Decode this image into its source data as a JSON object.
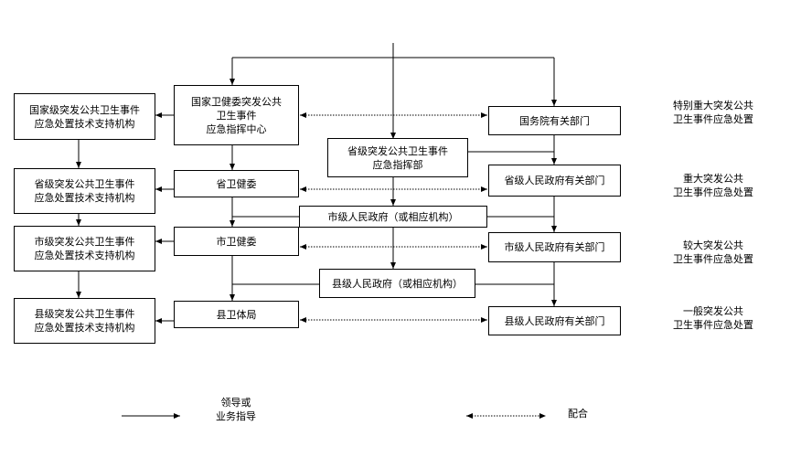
{
  "boxes": {
    "nhc_command_center": [
      "国家卫健委突发公共",
      "卫生事件",
      "应急指挥中心"
    ],
    "state_council_depts": [
      "国务院有关部门"
    ],
    "national_tech_support": [
      "国家级突发公共卫生事件",
      "应急处置技术支持机构"
    ],
    "provincial_command": [
      "省级突发公共卫生事件",
      "应急指挥部"
    ],
    "provincial_health_commission": [
      "省卫健委"
    ],
    "provincial_gov_depts": [
      "省级人民政府有关部门"
    ],
    "provincial_tech_support": [
      "省级突发公共卫生事件",
      "应急处置技术支持机构"
    ],
    "city_government": [
      "市级人民政府（或相应机构）"
    ],
    "city_health_commission": [
      "市卫健委"
    ],
    "city_gov_depts": [
      "市级人民政府有关部门"
    ],
    "city_tech_support": [
      "市级突发公共卫生事件",
      "应急处置技术支持机构"
    ],
    "county_government": [
      "县级人民政府（或相应机构）"
    ],
    "county_health_bureau": [
      "县卫体局"
    ],
    "county_gov_depts": [
      "县级人民政府有关部门"
    ],
    "county_tech_support": [
      "县级突发公共卫生事件",
      "应急处置技术支持机构"
    ]
  },
  "levels": {
    "level_1": [
      "特别重大突发公共",
      "卫生事件应急处置"
    ],
    "level_2": [
      "重大突发公共",
      "卫生事件应急处置"
    ],
    "level_3": [
      "较大突发公共",
      "卫生事件应急处置"
    ],
    "level_4": [
      "一般突发公共",
      "卫生事件应急处置"
    ]
  },
  "legend": {
    "guidance_label": [
      "领导或",
      "业务指导"
    ],
    "cooperation_label": [
      "配合"
    ]
  }
}
